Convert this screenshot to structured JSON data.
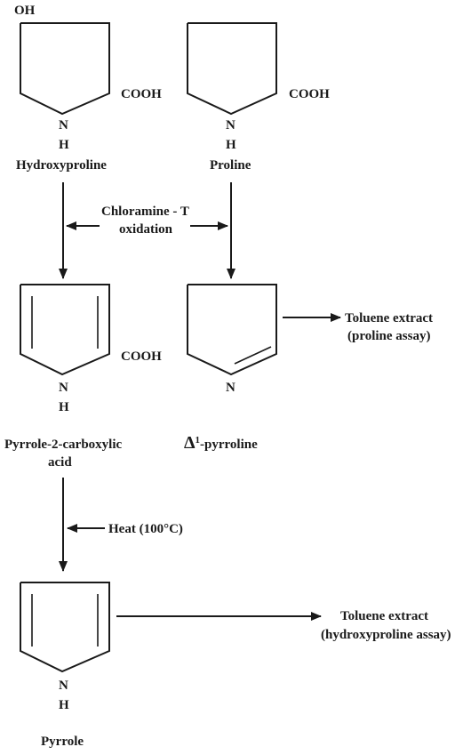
{
  "hydroxyproline": {
    "oh": "OH",
    "cooh": "COOH",
    "n": "N",
    "h": "H",
    "name": "Hydroxyproline"
  },
  "proline": {
    "cooh": "COOH",
    "n": "N",
    "h": "H",
    "name": "Proline"
  },
  "oxidation": {
    "line1": "Chloramine - T",
    "line2": "oxidation"
  },
  "pyrrole_2_carboxylic": {
    "cooh": "COOH",
    "n": "N",
    "h": "H",
    "name_line1": "Pyrrole-2-carboxylic",
    "name_line2": "acid"
  },
  "pyrroline": {
    "n": "N",
    "delta": "Δ",
    "superscript": "1",
    "suffix": "-pyrroline"
  },
  "proline_extract": {
    "line1": "Toluene extract",
    "line2": "(proline assay)"
  },
  "heat": {
    "label": "Heat (100°C)"
  },
  "pyrrole": {
    "n": "N",
    "h": "H",
    "name": "Pyrrole"
  },
  "hydroxyproline_extract": {
    "line1": "Toluene extract",
    "line2": "(hydroxyproline assay)"
  }
}
